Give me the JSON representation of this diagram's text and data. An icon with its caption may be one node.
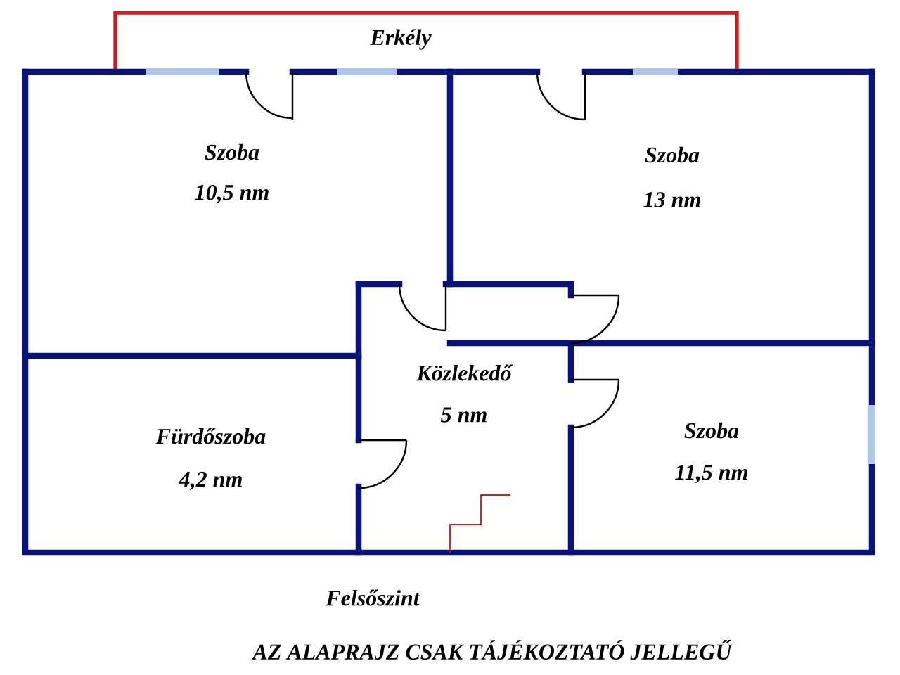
{
  "diagram": {
    "nodes": [
      {
        "text": [
          "Erkély"
        ]
      },
      {
        "text": [
          "Szoba",
          "10,5 nm"
        ]
      },
      {
        "text": [
          "Szoba",
          "13 nm"
        ]
      },
      {
        "text": [
          "Fürdőszoba",
          "4,2 nm"
        ]
      },
      {
        "text": [
          "Közlekedő",
          "5 nm"
        ]
      },
      {
        "text": [
          "Szoba",
          "11,5 nm"
        ]
      }
    ],
    "labels": [
      "Felsőszint",
      "AZ ALAPRAJZ CSAK TÁJÉKOZTATÓ JELLEGŰ"
    ]
  }
}
